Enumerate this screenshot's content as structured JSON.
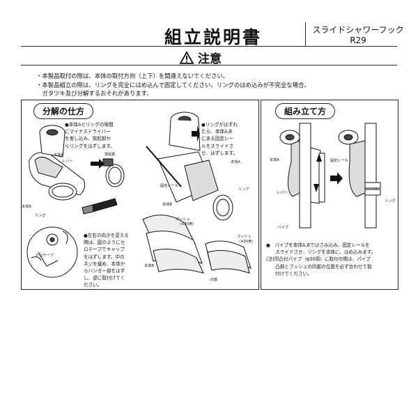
{
  "header": {
    "title": "組立説明書",
    "product_name": "スライドシャワーフック",
    "product_code": "R29"
  },
  "caution": {
    "heading": "注意",
    "notes": [
      "・本製品取付の際は、本体の取付方向（上下）を間違えないでください。",
      "・本製品組立の際は、リングを完全にはめ込んで固定してください。リングのはめ込みが不完全な場合、",
      "　ガタツキ及び分解するおそれがあります。"
    ]
  },
  "disassembly": {
    "heading": "分解の仕方",
    "step1": [
      "●本体Aとリングの隙間",
      "にマイナスドライバー",
      "を差し込み、突起部か",
      "らリングをはずします。"
    ],
    "step2": [
      "●リングがはずれ",
      "たら、本体A,B",
      "にある固定レー",
      "ルをスライドさ",
      "せ、はずします。"
    ],
    "step3": [
      "●左右の向きを変える",
      "時は、図のようにセ",
      "ロテープでキャップ",
      "をはずします。中の",
      "ネジを緩め、本体か",
      "らハンガー部をはず",
      "し、逆に取付けてく",
      "ださい。"
    ],
    "labels": {
      "body_a": "本体A",
      "lever": "レバー",
      "protrusion": "突起部",
      "body_b": "本体B",
      "ring": "リング",
      "tape": "セロテープ",
      "rail": "固定レール",
      "body_a2": "本体A",
      "ring2": "リング",
      "body_b2": "本体B",
      "bush1": "ブッシュ",
      "bush1_sub": "（※30用）",
      "bush2": "ブッシュ",
      "bush2_sub": "（※30用）",
      "body_b3": "本体B",
      "recess": "凹部"
    }
  },
  "assembly": {
    "heading": "組み立て方",
    "labels": {
      "body_a": "本体A",
      "rail": "固定レール",
      "lever": "レバー",
      "ring": "リング",
      "pipe": "パイプ"
    },
    "notes": [
      "●　パイプを本体A,Bではさみ込み、固定レールを",
      "　　スライドさせ、リングを本体に、はめ込みます。",
      "(注)凹凸付パイプ（φ30用）に取付の際は、パイプ",
      "　　凸部とブッシュの凹部の位置を必ず合わせて取",
      "　　付けてください。"
    ]
  }
}
